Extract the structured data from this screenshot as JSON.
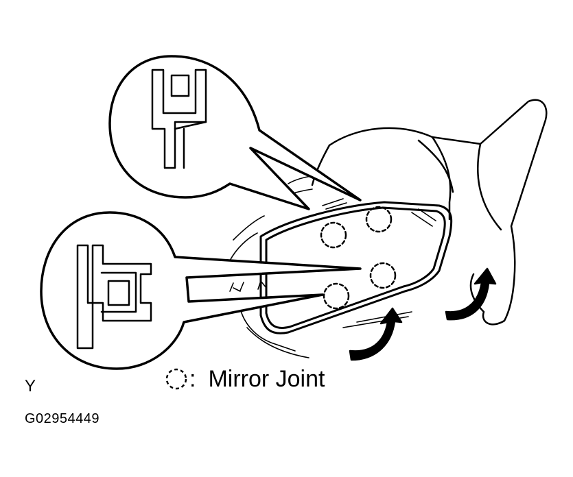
{
  "legend": {
    "symbol": "dashed-circle",
    "colon": ":",
    "label": "Mirror Joint"
  },
  "view_letter": "Y",
  "figure_code": "G02954449",
  "colors": {
    "line": "#000000",
    "background": "#ffffff"
  }
}
